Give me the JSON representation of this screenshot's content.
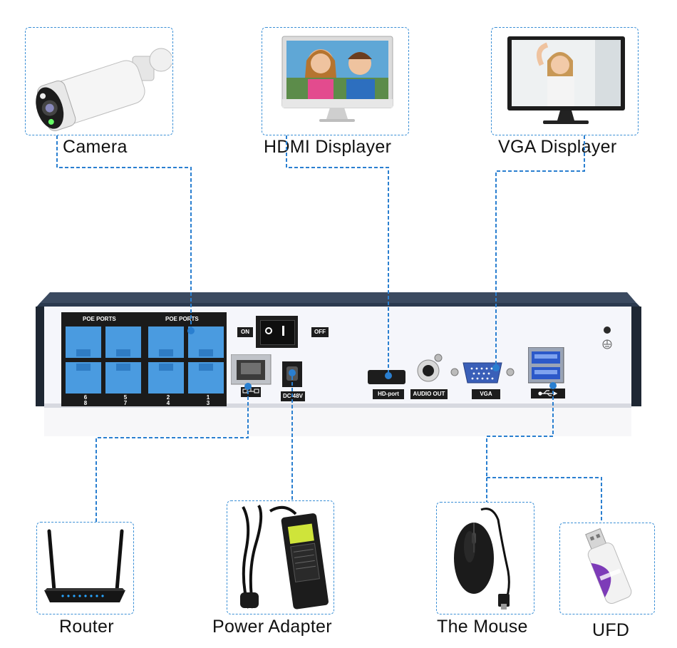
{
  "devices": {
    "camera": "Camera",
    "hdmi_displayer": "HDMI Displayer",
    "vga_displayer": "VGA Displayer",
    "router": "Router",
    "power_adapter": "Power Adapter",
    "mouse": "The Mouse",
    "ufd": "UFD"
  },
  "panel": {
    "poe_ports_left": "POE PORTS",
    "poe_ports_right": "POE PORTS",
    "port_numbers_top": [
      "6",
      "5",
      "2",
      "1"
    ],
    "port_numbers_bottom": [
      "8",
      "7",
      "4",
      "3"
    ],
    "on_label": "ON",
    "off_label": "OFF",
    "dc_label": "DC 48V",
    "hd_port_label": "HD-port",
    "audio_out_label": "AUDIO OUT",
    "vga_label": "VGA"
  },
  "colors": {
    "connector_line": "#2a7fd0",
    "box_border": "#3a8fd6",
    "poe_port": "#4a9be0"
  }
}
